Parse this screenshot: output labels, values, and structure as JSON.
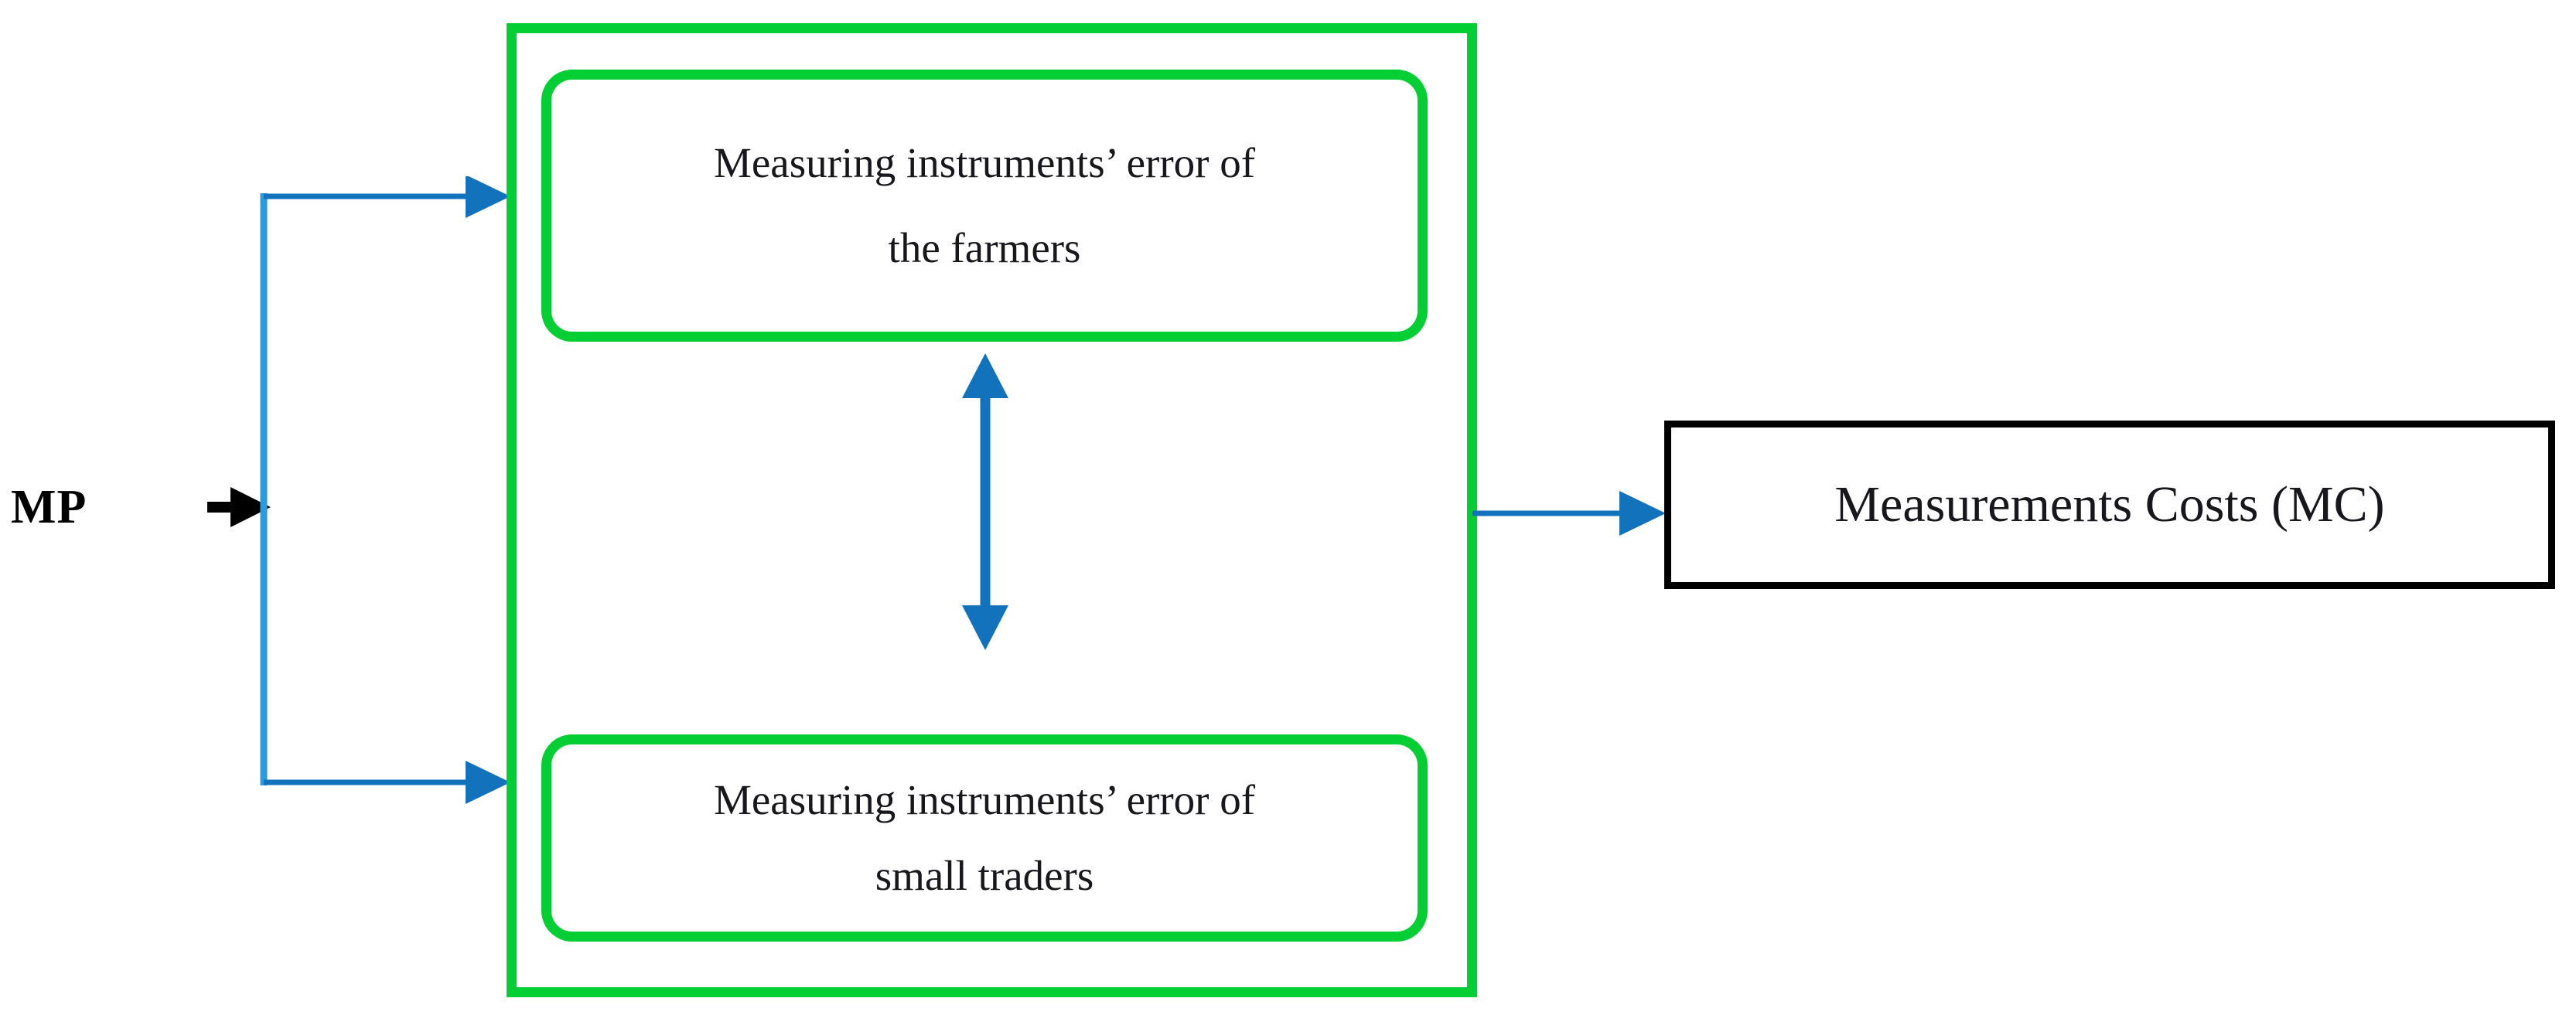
{
  "diagram": {
    "title_text_present": false,
    "source": {
      "label": "MP",
      "arrow_icon": "black-right-arrowhead"
    },
    "group": {
      "name": "measurement-error-group",
      "border_color": "#03CE33",
      "boxes": [
        {
          "id": "farmers",
          "line1": "Measuring instruments’ error of",
          "line2": "the farmers",
          "border_color": "#03CE33"
        },
        {
          "id": "small-traders",
          "line1": "Measuring instruments’ error of",
          "line2": "small traders",
          "border_color": "#03CE33"
        }
      ],
      "internal_link": {
        "name": "bidirectional-arrow",
        "color": "#1372BC",
        "direction": "both"
      }
    },
    "outcome": {
      "label": "Measurements Costs (MC)",
      "border_color": "#000000"
    },
    "connectors": {
      "trunk_color": "#2B9BDC",
      "arrowhead_color": "#1372BC",
      "branch_top_icon": "right-arrow-icon",
      "branch_bottom_icon": "right-arrow-icon",
      "outcome_icon": "right-arrow-icon"
    }
  }
}
